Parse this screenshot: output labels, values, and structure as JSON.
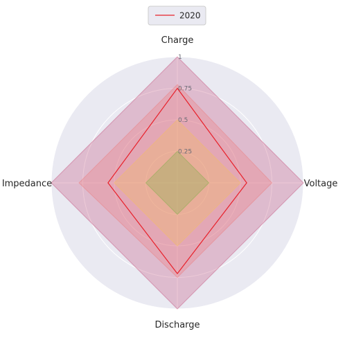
{
  "chart_data": {
    "type": "radar",
    "axes": [
      "Charge",
      "Voltage",
      "Discharge",
      "Impedance"
    ],
    "rlim": [
      0,
      1
    ],
    "r_ticks": [
      "0.25",
      "0.5",
      "0.75",
      "1"
    ],
    "r_tick_values": [
      0.25,
      0.5,
      0.75,
      1.0
    ],
    "grid": true,
    "legend": {
      "placement": "top-center",
      "entries": [
        "2020"
      ]
    },
    "series": [
      {
        "name": "2020",
        "values": [
          0.75,
          0.55,
          0.72,
          0.55
        ],
        "fill": false,
        "color": "#e8202a"
      }
    ],
    "bands": [
      {
        "values": [
          1.0,
          1.0,
          1.0,
          1.0
        ],
        "color": "#c44e7a"
      },
      {
        "values": [
          0.78,
          0.75,
          0.75,
          0.78
        ],
        "color": "#ee7a7a"
      },
      {
        "values": [
          0.5,
          0.5,
          0.5,
          0.5
        ],
        "color": "#f5c15a"
      },
      {
        "values": [
          0.25,
          0.25,
          0.25,
          0.25
        ],
        "color": "#7fb04a"
      }
    ],
    "background_color": "#eaeaf2",
    "grid_color": "#ffffff"
  }
}
